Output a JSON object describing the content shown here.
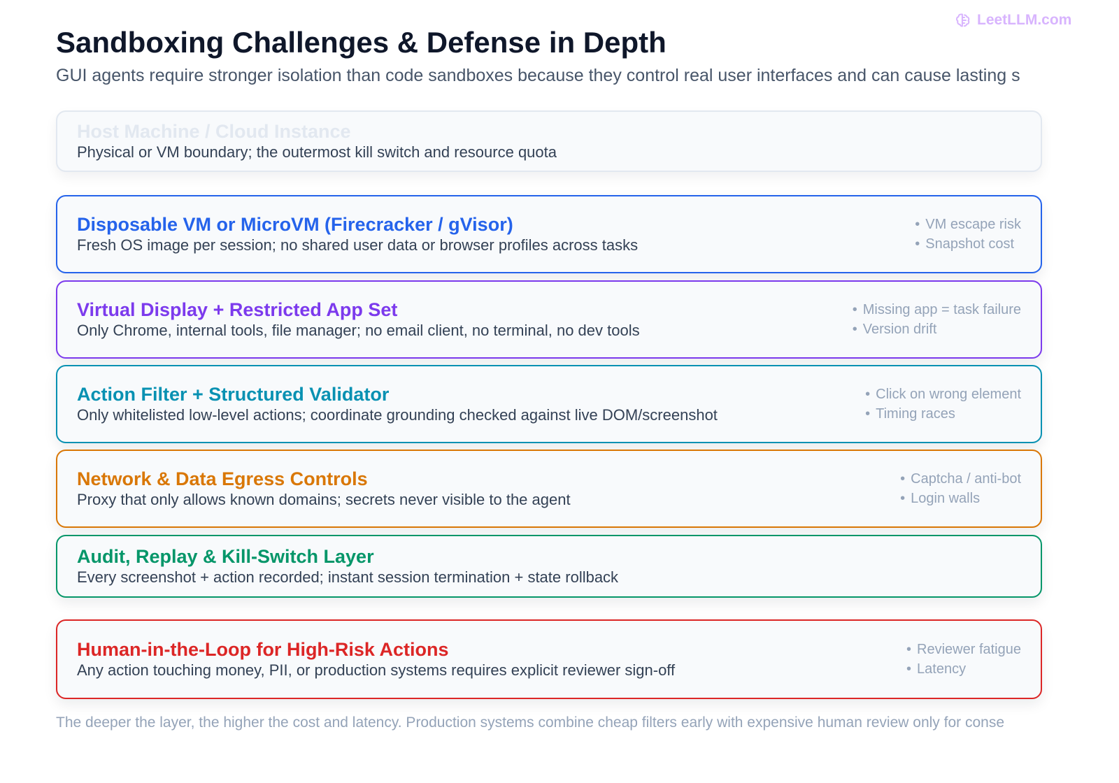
{
  "brand": {
    "text": "LeetLLM.com",
    "icon": "brain-icon",
    "color": "#d8b4fe"
  },
  "header": {
    "title": "Sandboxing Challenges & Defense in Depth",
    "subtitle": "GUI agents require stronger isolation than code sandboxes because they control real user interfaces and can cause lasting s"
  },
  "layers": [
    {
      "id": "host-machine",
      "title": "Host Machine / Cloud Instance",
      "description": "Physical or VM boundary; the outermost kill switch and resource quota",
      "accent": "#e2e8f0",
      "risks": []
    },
    {
      "id": "disposable-vm",
      "title": "Disposable VM or MicroVM (Firecracker / gVisor)",
      "description": "Fresh OS image per session; no shared user data or browser profiles across tasks",
      "accent": "#2563eb",
      "risks": [
        "VM escape risk",
        "Snapshot cost"
      ]
    },
    {
      "id": "virtual-display",
      "title": "Virtual Display + Restricted App Set",
      "description": "Only Chrome, internal tools, file manager; no email client, no terminal, no dev tools",
      "accent": "#7c3aed",
      "risks": [
        "Missing app = task failure",
        "Version drift"
      ]
    },
    {
      "id": "action-filter",
      "title": "Action Filter + Structured Validator",
      "description": "Only whitelisted low-level actions; coordinate grounding checked against live DOM/screenshot",
      "accent": "#0891b2",
      "risks": [
        "Click on wrong element",
        "Timing races"
      ]
    },
    {
      "id": "network-egress",
      "title": "Network & Data Egress Controls",
      "description": "Proxy that only allows known domains; secrets never visible to the agent",
      "accent": "#d97706",
      "risks": [
        "Captcha / anti-bot",
        "Login walls"
      ]
    },
    {
      "id": "audit-replay",
      "title": "Audit, Replay & Kill-Switch Layer",
      "description": "Every screenshot + action recorded; instant session termination + state rollback",
      "accent": "#059669",
      "risks": []
    },
    {
      "id": "human-loop",
      "title": "Human-in-the-Loop for High-Risk Actions",
      "description": "Any action touching money, PII, or production systems requires explicit reviewer sign-off",
      "accent": "#dc2626",
      "risks": [
        "Reviewer fatigue",
        "Latency"
      ]
    }
  ],
  "footer": {
    "text": "The deeper the layer, the higher the cost and latency. Production systems combine cheap filters early with expensive human review only for conse"
  }
}
